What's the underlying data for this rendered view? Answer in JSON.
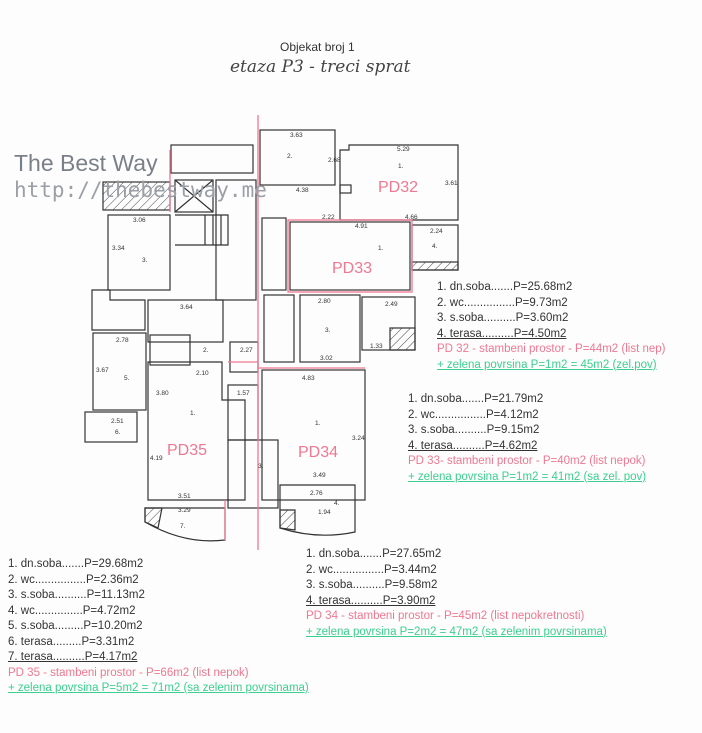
{
  "header": {
    "title": "Objekat broj 1",
    "subtitle": "etaza P3  - treci sprat"
  },
  "watermark": {
    "line1": "The Best Way",
    "line2": "http://thebestway.me"
  },
  "plan": {
    "units": [
      "PD32",
      "PD33",
      "PD34",
      "PD35"
    ],
    "room_numbers": [
      "1.",
      "2.",
      "3.",
      "4.",
      "5.",
      "6.",
      "7."
    ],
    "dimensions": [
      "3.63",
      "5.29",
      "2.68",
      "3.61",
      "4.38",
      "4.91",
      "2.22",
      "4.66",
      "2.24",
      "3.06",
      "3.34",
      "3.64",
      "2.78",
      "3.67",
      "2.51",
      "4.19",
      "3.51",
      "3.29",
      "4.83",
      "3.24",
      "3.49",
      "2.76",
      "1.94",
      "2.80",
      "3.02",
      "2.49",
      "1.33",
      "2.27",
      "1.57",
      "2.10",
      "3.80"
    ],
    "colors": {
      "wall": "#333333",
      "unit_label": "#f07890",
      "boundary": "#f07890"
    }
  },
  "pd32": {
    "items": [
      "1. dn.soba.......P=25.68m2",
      "2. wc................P=9.73m2",
      "3. s.soba..........P=3.60m2",
      "4. terasa..........P=4.50m2"
    ],
    "summary": "PD 32 - stambeni prostor - P=44m2 (list nep)",
    "green": "+ zelena povrsina P=1m2 = 45m2 (zel.pov)"
  },
  "pd33": {
    "items": [
      "1. dn.soba.......P=21.79m2",
      "2. wc................P=4.12m2",
      "3. s.soba..........P=9.15m2",
      "4. terasa..........P=4.62m2"
    ],
    "summary": "PD 33- stambeni prostor - P=40m2 (list nepok)",
    "green": "+ zelena povrsina P=1m2 = 41m2 (sa zel. pov)"
  },
  "pd34": {
    "items": [
      "1. dn.soba.......P=27.65m2",
      "2. wc................P=3.44m2",
      "3. s.soba..........P=9.58m2",
      "4. terasa..........P=3.90m2"
    ],
    "summary": "PD 34 - stambeni prostor - P=45m2 (list nepokretnosti)",
    "green": "+ zelena povrsina P=2m2 = 47m2 (sa zelenim povrsinama)"
  },
  "pd35": {
    "items": [
      "1. dn.soba.......P=29.68m2",
      "2. wc................P=2.36m2",
      "3. s.soba..........P=11.13m2",
      "4. wc...............P=4.72m2",
      "5. s.soba.........P=10.20m2",
      "6. terasa.........P=3.31m2",
      "7. terasa..........P=4.17m2"
    ],
    "summary": "PD 35 - stambeni prostor - P=66m2 (list nepok)",
    "green": "+ zelena povrsina P=5m2 = 71m2 (sa zelenim povrsinama)"
  }
}
